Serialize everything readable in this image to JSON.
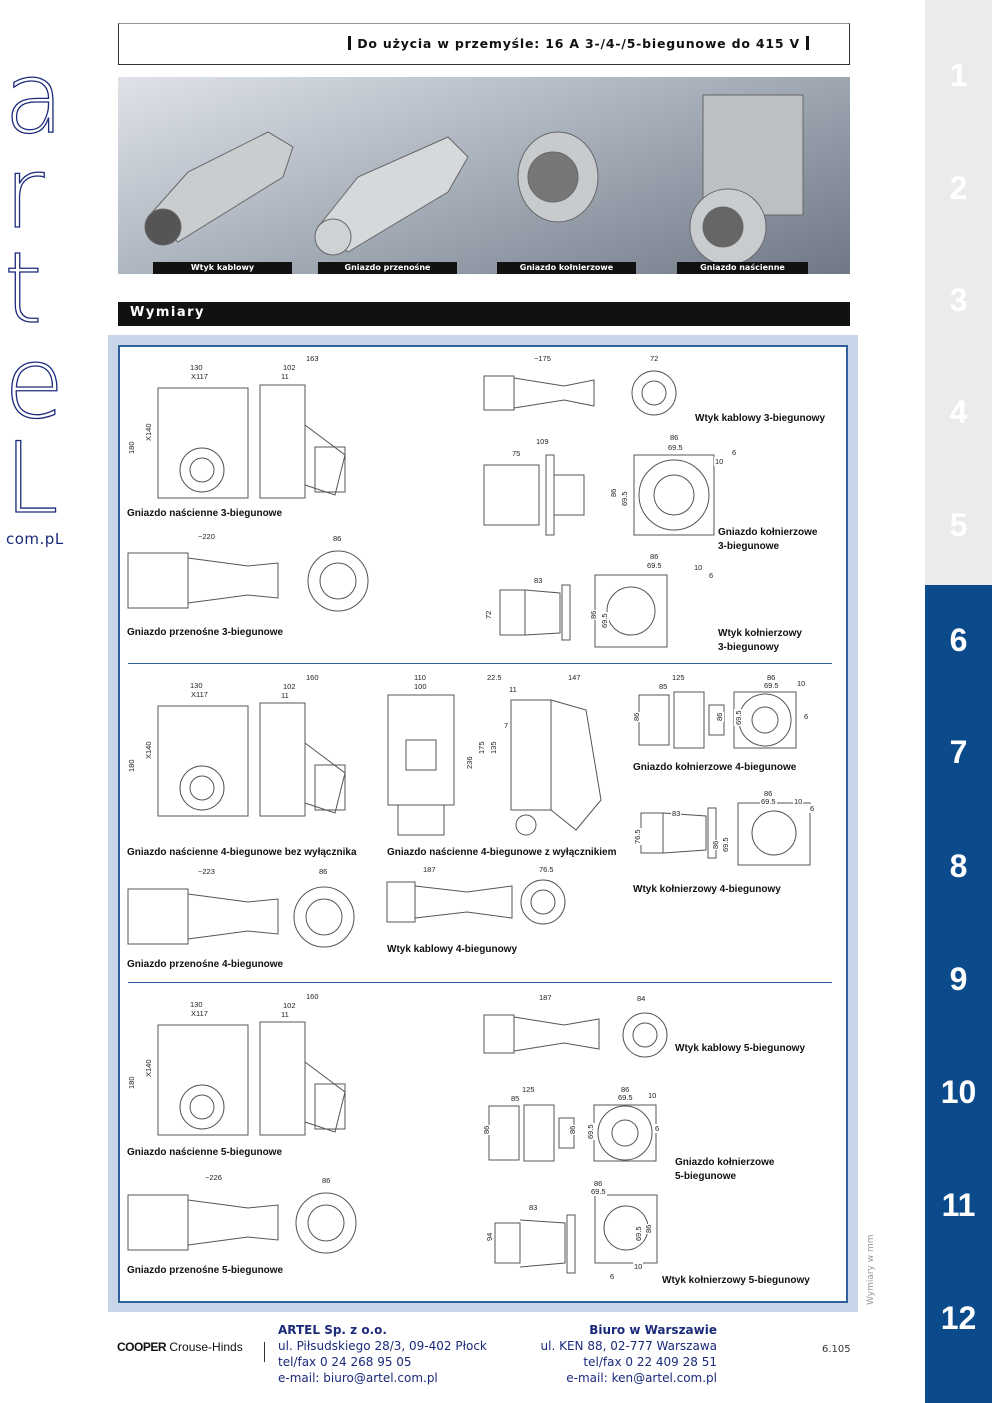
{
  "logo": {
    "letters": [
      "a",
      "r",
      "t",
      "e",
      "L"
    ],
    "domain": "com.pL"
  },
  "side_tabs": [
    "1",
    "2",
    "3",
    "4",
    "5",
    "6",
    "7",
    "8",
    "9",
    "10",
    "11",
    "12"
  ],
  "header": {
    "title": "Do użycia w przemyśle: 16 A 3-/4-/5-biegunowe do 415 V"
  },
  "banner": {
    "labels": [
      "Wtyk kablowy",
      "Gniazdo przenośne",
      "Gniazdo kołnierzowe",
      "Gniazdo naścienne"
    ]
  },
  "section_title": "Wymiary",
  "drawings": {
    "s1_wall": {
      "caption": "Gniazdo naścienne 3-biegunowe",
      "dims": [
        "130",
        "X117",
        "180",
        "X140",
        "163",
        "102",
        "11"
      ]
    },
    "s1_port": {
      "caption": "Gniazdo przenośne 3-biegunowe",
      "dims": [
        "~220",
        "86"
      ]
    },
    "s1_plug": {
      "caption": "Wtyk kablowy 3-biegunowy",
      "dims": [
        "~175",
        "72"
      ]
    },
    "s1_flsock": {
      "caption1": "Gniazdo kołnierzowe",
      "caption2": "3-biegunowe",
      "dims": [
        "109",
        "75",
        "86",
        "69.5",
        "10",
        "6",
        "86",
        "69.5"
      ]
    },
    "s1_flplug": {
      "caption1": "Wtyk kołnierzowy",
      "caption2": "3-biegunowy",
      "dims": [
        "86",
        "69.5",
        "83",
        "10",
        "6",
        "72",
        "86",
        "69.5"
      ]
    },
    "s2_wall": {
      "caption": "Gniazdo naścienne 4-biegunowe bez wyłącznika",
      "dims": [
        "130",
        "X117",
        "180",
        "X140",
        "160",
        "102",
        "11"
      ]
    },
    "s2_switch": {
      "caption": "Gniazdo naścienne 4-biegunowe z wyłącznikiem",
      "dims": [
        "110",
        "100",
        "22.5",
        "147",
        "11",
        "7",
        "236",
        "175",
        "135"
      ]
    },
    "s2_flsock": {
      "caption": "Gniazdo kołnierzowe 4-biegunowe",
      "dims": [
        "125",
        "85",
        "86",
        "69.5",
        "10",
        "6",
        "86",
        "86",
        "69.5"
      ]
    },
    "s2_flplug": {
      "caption": "Wtyk kołnierzowy 4-biegunowy",
      "dims": [
        "86",
        "69.5",
        "10",
        "6",
        "83",
        "76.5",
        "86",
        "69.5"
      ]
    },
    "s2_port": {
      "caption": "Gniazdo przenośne 4-biegunowe",
      "dims": [
        "~223",
        "86"
      ]
    },
    "s2_plug": {
      "caption": "Wtyk kablowy 4-biegunowy",
      "dims": [
        "187",
        "76.5"
      ]
    },
    "s3_wall": {
      "caption": "Gniazdo naścienne 5-biegunowe",
      "dims": [
        "130",
        "X117",
        "180",
        "X140",
        "160",
        "102",
        "11"
      ]
    },
    "s3_port": {
      "caption": "Gniazdo przenośne 5-biegunowe",
      "dims": [
        "~226",
        "86"
      ]
    },
    "s3_plug": {
      "caption": "Wtyk kablowy 5-biegunowy",
      "dims": [
        "187",
        "84"
      ]
    },
    "s3_flsock": {
      "caption1": "Gniazdo kołnierzowe",
      "caption2": "5-biegunowe",
      "dims": [
        "125",
        "85",
        "86",
        "69.5",
        "10",
        "6",
        "86",
        "86",
        "69.5"
      ]
    },
    "s3_flplug": {
      "caption": "Wtyk kołnierzowy 5-biegunowy",
      "dims": [
        "86",
        "69.5",
        "83",
        "94",
        "69.5",
        "86",
        "10",
        "6"
      ]
    }
  },
  "units_note": "Wymiary w mm",
  "footer": {
    "brand": {
      "bold": "COOPER",
      "rest": "Crouse-Hinds"
    },
    "hq": {
      "name": "ARTEL Sp. z o.o.",
      "address": "ul. Piłsudskiego 28/3, 09-402 Płock",
      "phone": "tel/fax 0 24 268 95 05",
      "email": "e-mail: biuro@artel.com.pl"
    },
    "office": {
      "name": "Biuro w Warszawie",
      "address": "ul. KEN 88, 02-777 Warszawa",
      "phone": "tel/fax 0 22 409 28 51",
      "email": "e-mail: ken@artel.com.pl"
    },
    "page": "6.105"
  },
  "colors": {
    "navy": "#0b4a8b",
    "panel": "#c8d4e8",
    "logo": "#1b2a7a"
  }
}
